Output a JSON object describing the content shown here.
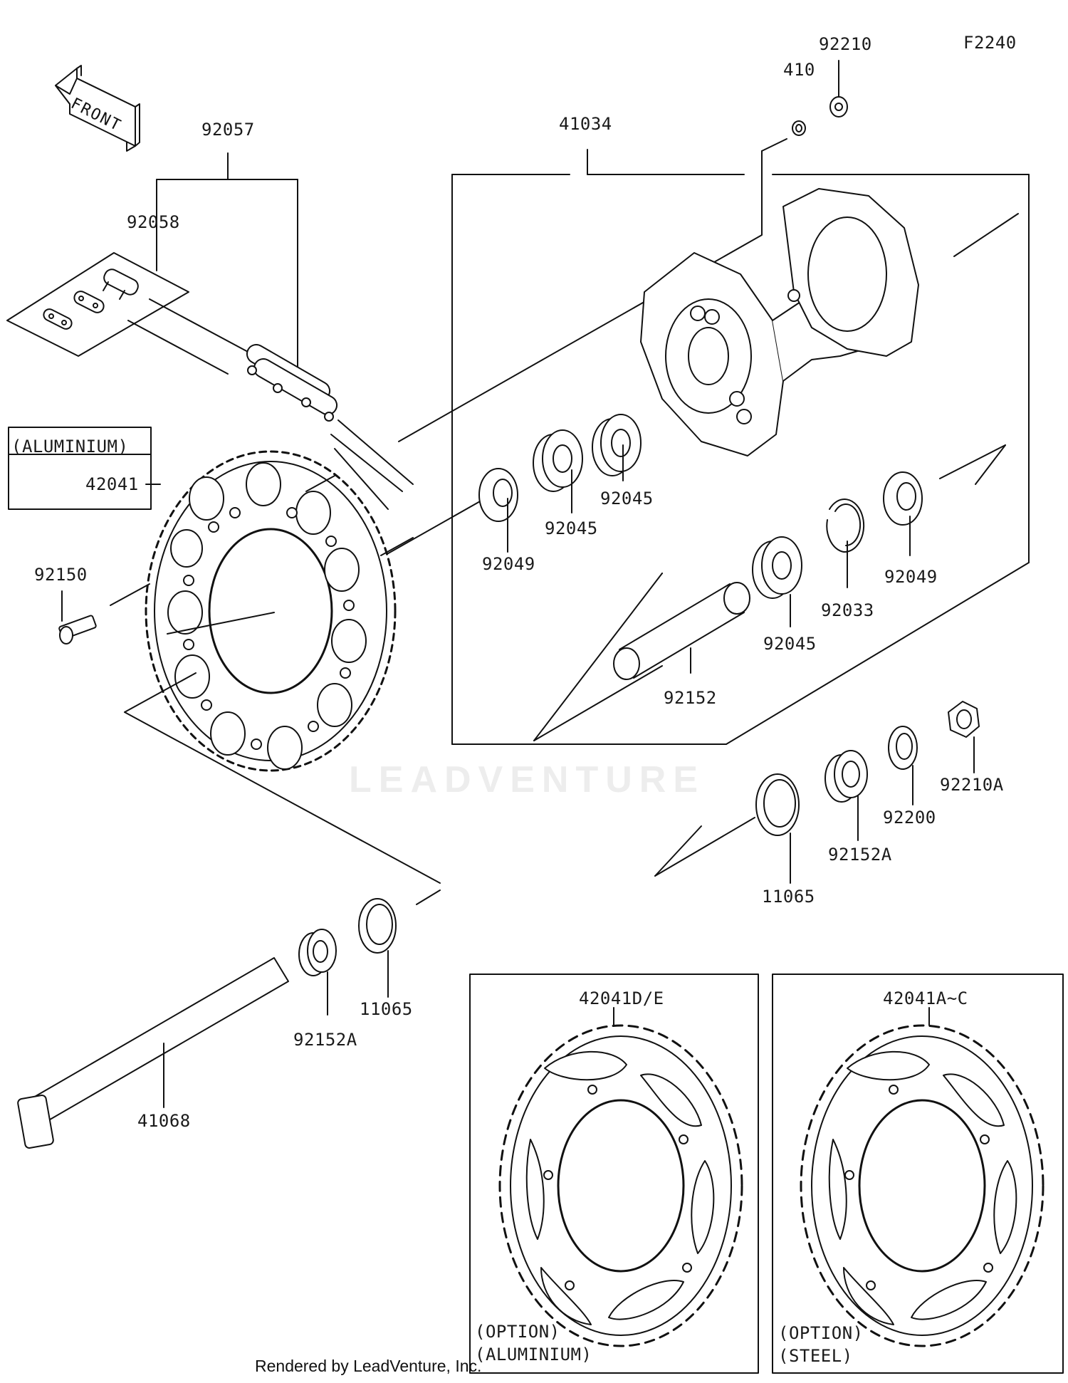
{
  "diagram_code": "F2240",
  "front_arrow": "FRONT",
  "watermark": "LEADVENTURE",
  "footer": "Rendered by LeadVenture, Inc.",
  "notes": {
    "aluminium_box": "(ALUMINIUM)",
    "option_1": "(OPTION)",
    "option_1_material": "(ALUMINIUM)",
    "option_2": "(OPTION)",
    "option_2_material": "(STEEL)"
  },
  "parts": {
    "p92057": "92057",
    "p92058": "92058",
    "p42041": "42041",
    "p92150": "92150",
    "p41034": "41034",
    "p410": "410",
    "p92210": "92210",
    "p92049_left": "92049",
    "p92045_a": "92045",
    "p92045_b": "92045",
    "p92049_right": "92049",
    "p92033": "92033",
    "p92045_c": "92045",
    "p92152": "92152",
    "p92210A": "92210A",
    "p92200": "92200",
    "p92152A_right": "92152A",
    "p11065_right": "11065",
    "p11065_left": "11065",
    "p92152A_left": "92152A",
    "p41068": "41068",
    "p42041DE": "42041D/E",
    "p42041AC": "42041A~C"
  }
}
